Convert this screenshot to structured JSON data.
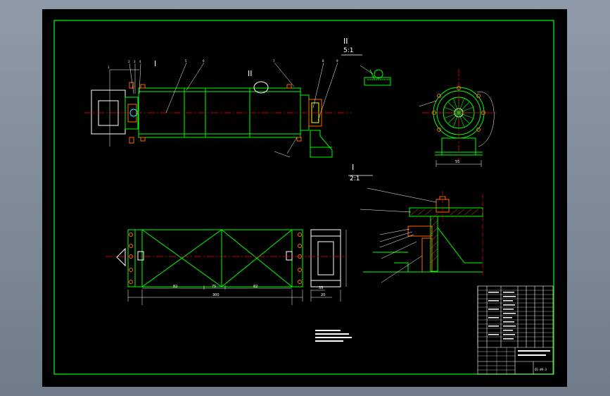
{
  "detail_II": {
    "title": "II",
    "scale": "5:1"
  },
  "detail_I": {
    "title": "I",
    "scale": "2:1"
  },
  "view_marks": {
    "section_I": "I",
    "section_II": "II"
  },
  "dimensions": {
    "overall_length": "300",
    "segment_left": "82",
    "segment_middle": "75",
    "segment_right": "82",
    "end_width": "35",
    "end_base": "20",
    "end_view_width": "55"
  },
  "title_block": {
    "drawing_number": "GS-##-3"
  },
  "colors": {
    "sheet": "#000000",
    "frame": "#00ff00",
    "geometry": "#00ff00",
    "centerline": "#ff0000",
    "dimension": "#ffffff",
    "detail": "#ff6600"
  }
}
